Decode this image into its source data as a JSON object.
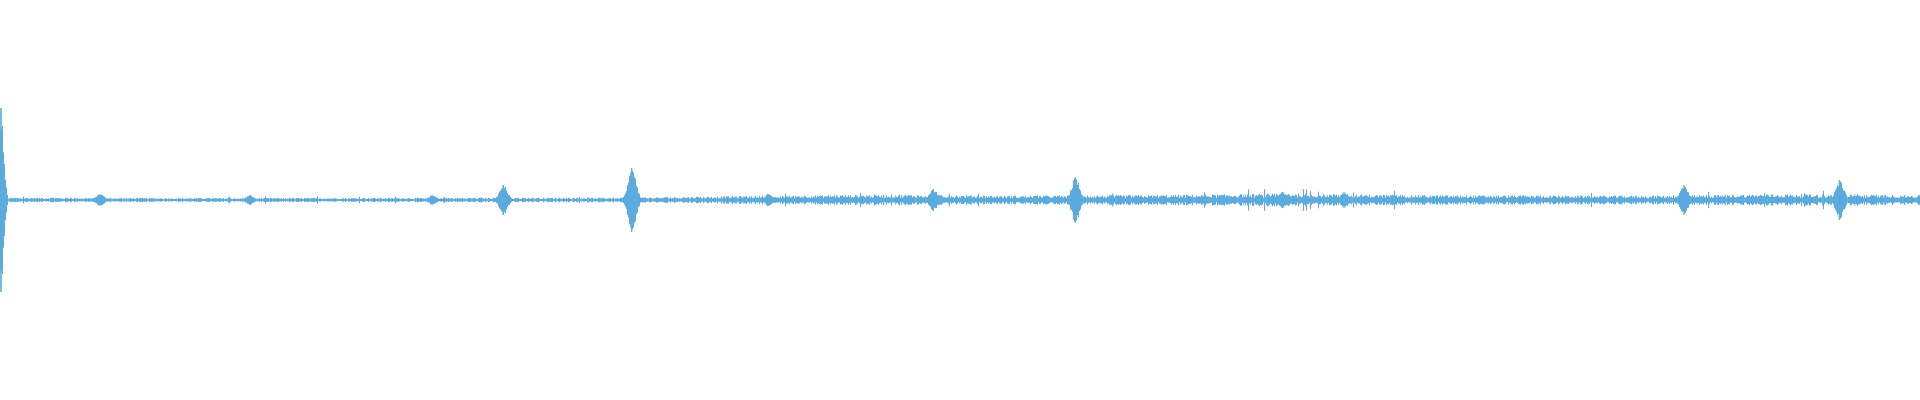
{
  "chart_data": {
    "type": "area",
    "title": "",
    "xlabel": "",
    "ylabel": "",
    "xlim": [
      0,
      1
    ],
    "ylim": [
      -1,
      1
    ],
    "grid": false,
    "legend": "none",
    "series": [
      {
        "color": "#5aabdf",
        "baseline": 0,
        "peaks": [
          {
            "t": 0.0005,
            "amp": 0.46
          },
          {
            "t": 0.0015,
            "amp": 0.22
          },
          {
            "t": 0.052,
            "amp": 0.03
          },
          {
            "t": 0.13,
            "amp": 0.025
          },
          {
            "t": 0.225,
            "amp": 0.025
          },
          {
            "t": 0.262,
            "amp": 0.075
          },
          {
            "t": 0.329,
            "amp": 0.16
          },
          {
            "t": 0.4,
            "amp": 0.03
          },
          {
            "t": 0.486,
            "amp": 0.055
          },
          {
            "t": 0.56,
            "amp": 0.115
          },
          {
            "t": 0.668,
            "amp": 0.04
          },
          {
            "t": 0.7,
            "amp": 0.04
          },
          {
            "t": 0.877,
            "amp": 0.075
          },
          {
            "t": 0.958,
            "amp": 0.1
          }
        ],
        "noise_envelope": [
          {
            "t": 0.0,
            "amp": 0.012
          },
          {
            "t": 0.08,
            "amp": 0.01
          },
          {
            "t": 0.33,
            "amp": 0.012
          },
          {
            "t": 0.395,
            "amp": 0.022
          },
          {
            "t": 0.47,
            "amp": 0.028
          },
          {
            "t": 0.52,
            "amp": 0.022
          },
          {
            "t": 0.6,
            "amp": 0.025
          },
          {
            "t": 0.67,
            "amp": 0.032
          },
          {
            "t": 0.75,
            "amp": 0.024
          },
          {
            "t": 0.86,
            "amp": 0.022
          },
          {
            "t": 0.93,
            "amp": 0.03
          },
          {
            "t": 1.0,
            "amp": 0.024
          }
        ]
      }
    ]
  }
}
